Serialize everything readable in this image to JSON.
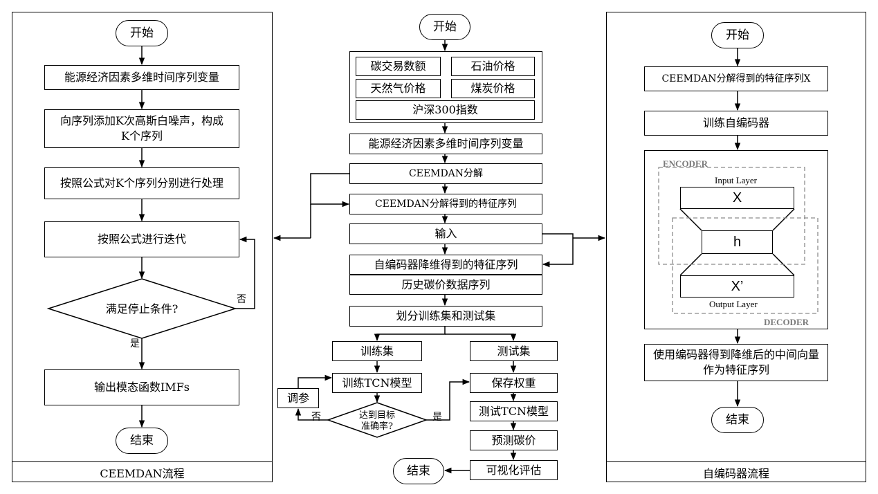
{
  "left": {
    "panel_title": "CEEMDAN流程",
    "start": "开始",
    "step1": "能源经济因素多维时间序列变量",
    "step2": "向序列添加K次高斯白噪声，构成K个序列",
    "step3": "按照公式对K个序列分别进行处理",
    "step4": "按照公式进行迭代",
    "decision": "满足停止条件?",
    "no": "否",
    "yes": "是",
    "step5": "输出模态函数IMFs",
    "end": "结束"
  },
  "center": {
    "start": "开始",
    "inputs": [
      "碳交易数额",
      "石油价格",
      "天然气价格",
      "煤炭价格",
      "沪深300指数"
    ],
    "step_vars": "能源经济因素多维时间序列变量",
    "step_ceemdan": "CEEMDAN分解",
    "step_features": "CEEMDAN分解得到的特征序列",
    "step_input": "输入",
    "step_ae_features": "自编码器降维得到的特征序列",
    "step_history": "历史碳价数据序列",
    "step_split": "划分训练集和测试集",
    "train_set": "训练集",
    "test_set": "测试集",
    "train_tcn": "训练TCN模型",
    "tune": "调参",
    "decision_line1": "达到目标",
    "decision_line2": "准确率?",
    "no": "否",
    "yes": "是",
    "save_weights": "保存权重",
    "test_tcn": "测试TCN模型",
    "predict": "预测碳价",
    "visualize": "可视化评估",
    "end": "结束"
  },
  "right": {
    "panel_title": "自编码器流程",
    "start": "开始",
    "step1": "CEEMDAN分解得到的特征序列X",
    "step2": "训练自编码器",
    "encoder": "ENCODER",
    "decoder": "DECODER",
    "input_layer": "Input Layer",
    "output_layer": "Output Layer",
    "x": "X",
    "h": "h",
    "x_prime": "X’",
    "step3": "使用编码器得到降维后的中间向量作为特征序列",
    "end": "结束"
  },
  "colors": {
    "line": "#000000",
    "dashed": "#8c8c8c",
    "tag": "#7a7a7a"
  }
}
